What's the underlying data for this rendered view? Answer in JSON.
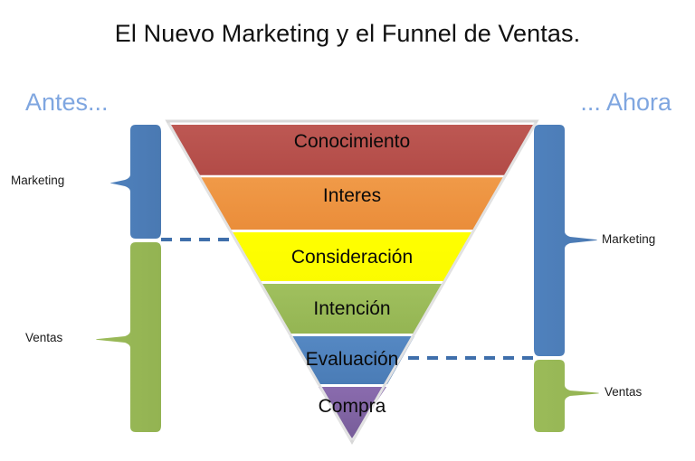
{
  "title": "El Nuevo Marketing y el Funnel de Ventas.",
  "eras": {
    "before": "Antes...",
    "after": "... Ahora",
    "color": "#7fa6e0"
  },
  "funnel": {
    "stages": [
      {
        "label": "Conocimiento",
        "color": "#b9534f"
      },
      {
        "label": "Interes",
        "color": "#ee9442"
      },
      {
        "label": "Consideración",
        "color": "#ffff00"
      },
      {
        "label": "Intención",
        "color": "#9bbb59"
      },
      {
        "label": "Evaluación",
        "color": "#4f81bd"
      },
      {
        "label": "Compra",
        "color": "#8064a2"
      }
    ]
  },
  "left_brackets": [
    {
      "label": "Marketing",
      "color": "#4f81bd"
    },
    {
      "label": "Ventas",
      "color": "#9bbb59"
    }
  ],
  "right_brackets": [
    {
      "label": "Marketing",
      "color": "#4f81bd"
    },
    {
      "label": "Ventas",
      "color": "#9bbb59"
    }
  ],
  "connectors": {
    "color": "#3f6fab",
    "style": "dashed"
  },
  "chart_data": {
    "type": "funnel",
    "title": "El Nuevo Marketing y el Funnel de Ventas.",
    "categories": [
      "Conocimiento",
      "Interes",
      "Consideración",
      "Intención",
      "Evaluación",
      "Compra"
    ],
    "colors": [
      "#b9534f",
      "#ee9442",
      "#ffff00",
      "#9bbb59",
      "#4f81bd",
      "#8064a2"
    ],
    "annotations": [
      "Antes...",
      "... Ahora",
      "Marketing",
      "Ventas",
      "Marketing",
      "Ventas"
    ],
    "notes": "Inverted funnel; left bracket pair (Antes) splits Marketing above Consideración and Ventas below; right bracket pair (Ahora) splits Marketing down through Evaluación and Ventas only at the bottom."
  }
}
